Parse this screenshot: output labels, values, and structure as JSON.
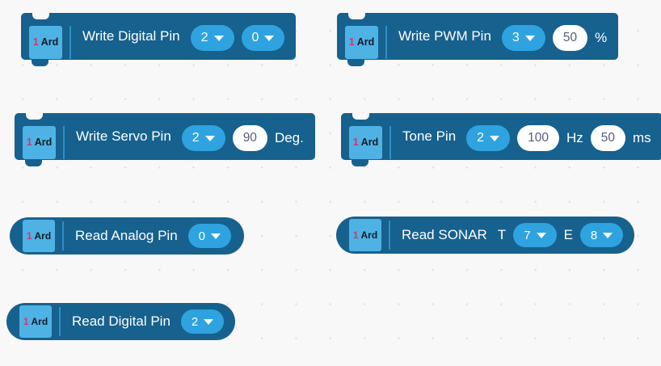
{
  "theme": {
    "canvas-bg": "#f8f8f8",
    "dot-color": "#e2e2e4",
    "block-body": "#16618E",
    "badge-bg": "#4EB2E4",
    "badge-number-color": "#D6336C",
    "badge-text-color": "#0F1B26",
    "separator-color": "#2E8FC7",
    "pill-bg": "#2EA3E0",
    "pill-text": "#ffffff",
    "input-bg": "#ffffff",
    "input-text": "#575E75",
    "label-color": "#ffffff"
  },
  "badge": {
    "number": "1",
    "label": "Ard"
  },
  "blocks": [
    {
      "id": "write-digital-pin",
      "type": "command",
      "label": "Write Digital Pin",
      "fields": [
        {
          "kind": "dropdown",
          "value": "2"
        },
        {
          "kind": "dropdown",
          "value": "0"
        }
      ]
    },
    {
      "id": "write-pwm-pin",
      "type": "command",
      "label": "Write PWM Pin",
      "fields": [
        {
          "kind": "dropdown",
          "value": "3"
        },
        {
          "kind": "number",
          "value": "50"
        },
        {
          "kind": "unit",
          "value": "%"
        }
      ]
    },
    {
      "id": "write-servo-pin",
      "type": "command",
      "label": "Write Servo Pin",
      "fields": [
        {
          "kind": "dropdown",
          "value": "2"
        },
        {
          "kind": "number",
          "value": "90"
        },
        {
          "kind": "unit",
          "value": "Deg."
        }
      ]
    },
    {
      "id": "tone-pin",
      "type": "command",
      "label": "Tone Pin",
      "fields": [
        {
          "kind": "dropdown",
          "value": "2"
        },
        {
          "kind": "number",
          "value": "100"
        },
        {
          "kind": "unit",
          "value": "Hz"
        },
        {
          "kind": "number",
          "value": "50"
        },
        {
          "kind": "unit",
          "value": "ms"
        }
      ]
    },
    {
      "id": "read-analog-pin",
      "type": "reporter",
      "label": "Read Analog Pin",
      "fields": [
        {
          "kind": "dropdown",
          "value": "0"
        }
      ]
    },
    {
      "id": "read-sonar",
      "type": "reporter",
      "label": "Read SONAR",
      "fields": [
        {
          "kind": "text",
          "value": "T"
        },
        {
          "kind": "dropdown",
          "value": "7"
        },
        {
          "kind": "text",
          "value": "E"
        },
        {
          "kind": "dropdown",
          "value": "8"
        }
      ]
    },
    {
      "id": "read-digital-pin",
      "type": "reporter",
      "label": "Read Digital Pin",
      "fields": [
        {
          "kind": "dropdown",
          "value": "2"
        }
      ]
    }
  ]
}
